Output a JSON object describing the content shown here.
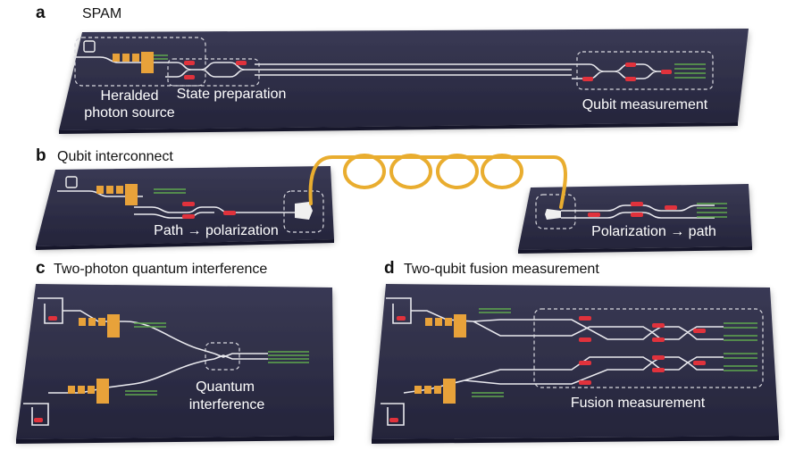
{
  "panels": {
    "a": {
      "letter": "a",
      "title": "SPAM",
      "labels": {
        "source": "Heralded\nphoton source",
        "prep": "State preparation",
        "meas": "Qubit measurement"
      }
    },
    "b": {
      "letter": "b",
      "title": "Qubit interconnect",
      "labels": {
        "p2pol": "Path → polarization",
        "pol2p": "Polarization → path"
      }
    },
    "c": {
      "letter": "c",
      "title": "Two-photon quantum interference",
      "labels": {
        "qi_line1": "Quantum",
        "qi_line2": "interference"
      }
    },
    "d": {
      "letter": "d",
      "title": "Two-qubit fusion measurement",
      "labels": {
        "fusion": "Fusion measurement"
      }
    }
  },
  "colors": {
    "chip": "#2e2e45",
    "waveguide": "#e9e9ee",
    "heater_pad": "#e8a23a",
    "phase_shifter": "#e0323c",
    "detector": "#5fa84e",
    "fiber": "#e9ad2f"
  }
}
